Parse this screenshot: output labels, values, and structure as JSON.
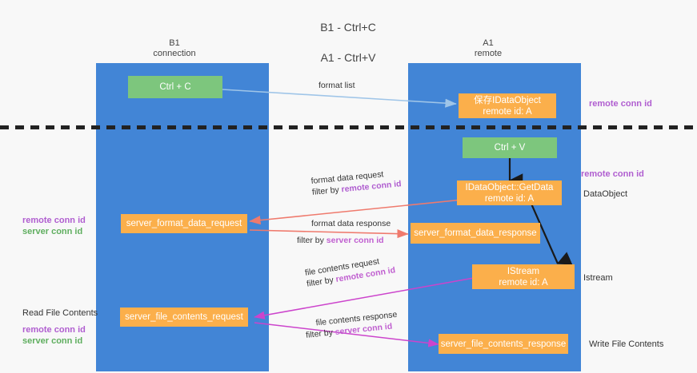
{
  "title": {
    "line1": "B1 - Ctrl+C",
    "line2": "A1 - Ctrl+V"
  },
  "lanes": [
    {
      "name": "left-lane",
      "title": "B1\nconnection"
    },
    {
      "name": "right-lane",
      "title": "A1\nremote"
    }
  ],
  "nodes": {
    "ctrl_c": {
      "line1": "Ctrl + C",
      "line2": ""
    },
    "save_idataobject": {
      "line1": "保存IDataObject",
      "line2": "remote id: A"
    },
    "ctrl_v": {
      "line1": "Ctrl + V",
      "line2": ""
    },
    "idataobject_getdata": {
      "line1": "IDataObject::GetData",
      "line2": "remote id: A"
    },
    "server_format_data_request": {
      "line1": "server_format_data_request",
      "line2": ""
    },
    "server_format_data_response": {
      "line1": "server_format_data_response",
      "line2": ""
    },
    "istream": {
      "line1": "IStream",
      "line2": "remote id: A"
    },
    "server_file_contents_request": {
      "line1": "server_file_contents_request",
      "line2": ""
    },
    "server_file_contents_response": {
      "line1": "server_file_contents_response",
      "line2": ""
    }
  },
  "edge_labels": {
    "format_list": {
      "line1": "format list",
      "filter_prefix": "",
      "filter_key": ""
    },
    "format_data_request": {
      "line1": "format data request",
      "filter_prefix": "filter by ",
      "filter_key": "remote conn id"
    },
    "format_data_response": {
      "line1": "format data response",
      "filter_prefix": "filter by ",
      "filter_key": "server conn id"
    },
    "file_contents_request": {
      "line1": "file contents request",
      "filter_prefix": "filter by ",
      "filter_key": "remote conn id"
    },
    "file_contents_response": {
      "line1": "file contents response",
      "filter_prefix": "filter by ",
      "filter_key": "server conn id"
    }
  },
  "side_labels": {
    "right_remote_conn_id_top": "remote conn id",
    "right_remote_conn_id_mid": "remote conn id",
    "right_dataobject": "DataObject",
    "right_istream": "Istream",
    "right_write_file_contents": "Write File Contents",
    "left_remote_conn_id_mid": "remote conn id",
    "left_server_conn_id_mid": "server conn id",
    "left_read_file_contents": "Read File Contents",
    "left_remote_conn_id_bottom": "remote conn id",
    "left_server_conn_id_bottom": "server conn id"
  },
  "colors": {
    "lane": "#4285d6",
    "green_node": "#7dc67d",
    "orange_node": "#fbaf4b",
    "purple_text": "#b05ed0",
    "green_text": "#5fae5f",
    "arrow_blue": "#9fc5e8",
    "arrow_red": "#ef7a6d",
    "arrow_magenta": "#cc44cc",
    "arrow_black": "#1a1a1a",
    "divider": "#222222",
    "background": "#f8f8f8"
  }
}
